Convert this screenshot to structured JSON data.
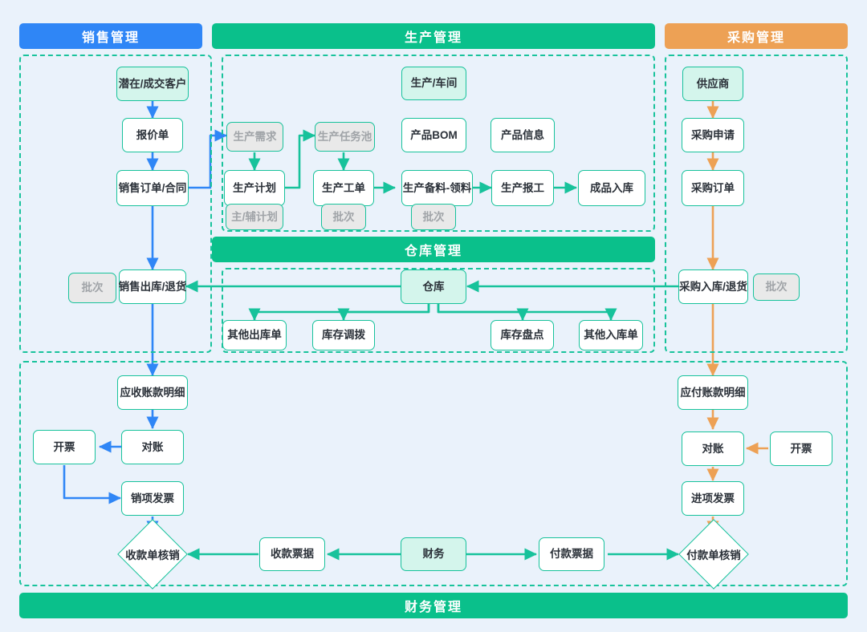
{
  "colors": {
    "canvas": "#eaf2fb",
    "sales_accent": "#2f86f6",
    "production_accent": "#0ac08b",
    "purchase_accent": "#eda155",
    "node_border": "#17c29b",
    "node_tint": "#d4f5ec",
    "ghost_fill": "#e9e9e9",
    "ghost_text": "#a0a4a8",
    "frame_dash": "#19c39c"
  },
  "sections": {
    "sales": {
      "title": "销售管理"
    },
    "production": {
      "title": "生产管理"
    },
    "purchase": {
      "title": "采购管理"
    },
    "warehouse": {
      "title": "仓库管理"
    },
    "finance": {
      "title": "财务管理"
    }
  },
  "nodes": {
    "sales_customer": {
      "label": "潜在/成交客户"
    },
    "sales_quote": {
      "label": "报价单"
    },
    "sales_order": {
      "label": "销售订单/合同"
    },
    "sales_batch": {
      "label": "批次"
    },
    "sales_out": {
      "label": "销售出库/退货"
    },
    "prod_demand": {
      "label": "生产需求"
    },
    "prod_plan": {
      "label": "生产计划"
    },
    "prod_plan_sub": {
      "label": "主/辅计划"
    },
    "prod_taskpool": {
      "label": "生产任务池"
    },
    "prod_workorder": {
      "label": "生产工单"
    },
    "prod_wo_batch": {
      "label": "批次"
    },
    "prod_picking": {
      "label": "生产备料-领料"
    },
    "prod_pick_batch": {
      "label": "批次"
    },
    "prod_report": {
      "label": "生产报工"
    },
    "prod_fg_in": {
      "label": "成品入库"
    },
    "prod_workshop": {
      "label": "生产/车间"
    },
    "prod_bom": {
      "label": "产品BOM"
    },
    "prod_productinfo": {
      "label": "产品信息"
    },
    "purch_supplier": {
      "label": "供应商"
    },
    "purch_request": {
      "label": "采购申请"
    },
    "purch_order": {
      "label": "采购订单"
    },
    "purch_in": {
      "label": "采购入库/退货"
    },
    "purch_batch": {
      "label": "批次"
    },
    "wh_warehouse": {
      "label": "仓库"
    },
    "wh_other_out": {
      "label": "其他出库单"
    },
    "wh_transfer": {
      "label": "库存调拨"
    },
    "wh_stocktake": {
      "label": "库存盘点"
    },
    "wh_other_in": {
      "label": "其他入库单"
    },
    "fin_ar_detail": {
      "label": "应收账款明细"
    },
    "fin_ar_recon": {
      "label": "对账"
    },
    "fin_ar_invoicing": {
      "label": "开票"
    },
    "fin_sales_invoice": {
      "label": "销项发票"
    },
    "fin_receipt_wo": {
      "label": "收款单核销"
    },
    "fin_receipt_doc": {
      "label": "收款票据"
    },
    "fin_finance": {
      "label": "财务"
    },
    "fin_payment_doc": {
      "label": "付款票据"
    },
    "fin_payment_wo": {
      "label": "付款单核销"
    },
    "fin_ap_detail": {
      "label": "应付账款明细"
    },
    "fin_ap_recon": {
      "label": "对账"
    },
    "fin_ap_invoicing": {
      "label": "开票"
    },
    "fin_input_invoice": {
      "label": "进项发票"
    }
  },
  "flow": {
    "type": "flowchart",
    "orientation": "mixed",
    "edge_colors": {
      "sales": "#2f86f6",
      "production": "#17c29b",
      "purchase": "#eda155"
    },
    "edges": [
      {
        "from": "sales_customer",
        "to": "sales_quote",
        "color": "sales"
      },
      {
        "from": "sales_quote",
        "to": "sales_order",
        "color": "sales"
      },
      {
        "from": "sales_order",
        "to": "prod_demand",
        "color": "sales"
      },
      {
        "from": "sales_order",
        "to": "sales_out",
        "color": "sales"
      },
      {
        "from": "sales_out",
        "to": "fin_ar_detail",
        "color": "sales"
      },
      {
        "from": "prod_demand",
        "to": "prod_plan",
        "color": "production"
      },
      {
        "from": "prod_plan",
        "to": "prod_taskpool",
        "color": "production"
      },
      {
        "from": "prod_taskpool",
        "to": "prod_workorder",
        "color": "production"
      },
      {
        "from": "prod_workorder",
        "to": "prod_picking",
        "color": "production"
      },
      {
        "from": "prod_picking",
        "to": "prod_report",
        "color": "production"
      },
      {
        "from": "prod_report",
        "to": "prod_fg_in",
        "color": "production"
      },
      {
        "from": "purch_supplier",
        "to": "purch_request",
        "color": "purchase"
      },
      {
        "from": "purch_request",
        "to": "purch_order",
        "color": "purchase"
      },
      {
        "from": "purch_order",
        "to": "purch_in",
        "color": "purchase"
      },
      {
        "from": "purch_in",
        "to": "fin_ap_detail",
        "color": "purchase"
      },
      {
        "from": "wh_warehouse",
        "to": "sales_out",
        "color": "production"
      },
      {
        "from": "purch_in",
        "to": "wh_warehouse",
        "color": "production"
      },
      {
        "from": "wh_warehouse",
        "to": "wh_other_out",
        "color": "production"
      },
      {
        "from": "wh_warehouse",
        "to": "wh_transfer",
        "color": "production"
      },
      {
        "from": "wh_warehouse",
        "to": "wh_stocktake",
        "color": "production"
      },
      {
        "from": "wh_warehouse",
        "to": "wh_other_in",
        "color": "production"
      },
      {
        "from": "fin_ar_detail",
        "to": "fin_ar_recon",
        "color": "sales"
      },
      {
        "from": "fin_ar_recon",
        "to": "fin_ar_invoicing",
        "color": "sales"
      },
      {
        "from": "fin_ar_invoicing",
        "to": "fin_sales_invoice",
        "color": "sales"
      },
      {
        "from": "fin_sales_invoice",
        "to": "fin_receipt_wo",
        "color": "sales"
      },
      {
        "from": "fin_receipt_doc",
        "to": "fin_receipt_wo",
        "color": "production"
      },
      {
        "from": "fin_finance",
        "to": "fin_receipt_doc",
        "color": "production"
      },
      {
        "from": "fin_finance",
        "to": "fin_payment_doc",
        "color": "production"
      },
      {
        "from": "fin_payment_doc",
        "to": "fin_payment_wo",
        "color": "production"
      },
      {
        "from": "fin_ap_detail",
        "to": "fin_ap_recon",
        "color": "purchase"
      },
      {
        "from": "fin_ap_invoicing",
        "to": "fin_ap_recon",
        "color": "purchase"
      },
      {
        "from": "fin_ap_recon",
        "to": "fin_input_invoice",
        "color": "purchase"
      },
      {
        "from": "fin_input_invoice",
        "to": "fin_payment_wo",
        "color": "purchase"
      }
    ]
  }
}
